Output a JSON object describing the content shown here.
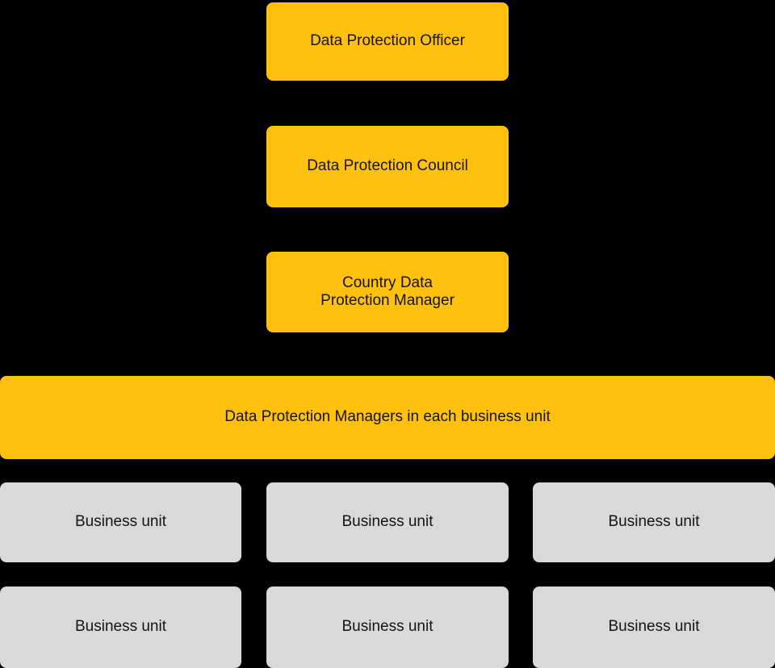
{
  "colors": {
    "background": "#000000",
    "primary_box": "#FFC10D",
    "secondary_box": "#D9D9D9",
    "box_text": "#141414"
  },
  "org_chart": {
    "levels": [
      {
        "id": "officer",
        "label": "Data Protection Officer"
      },
      {
        "id": "council",
        "label": "Data Protection Council"
      },
      {
        "id": "country",
        "label": "Country Data\nProtection Manager"
      },
      {
        "id": "managers",
        "label": "Data Protection Managers in each business unit"
      }
    ],
    "business_units": [
      {
        "label": "Business unit"
      },
      {
        "label": "Business unit"
      },
      {
        "label": "Business unit"
      },
      {
        "label": "Business unit"
      },
      {
        "label": "Business unit"
      },
      {
        "label": "Business unit"
      }
    ]
  }
}
